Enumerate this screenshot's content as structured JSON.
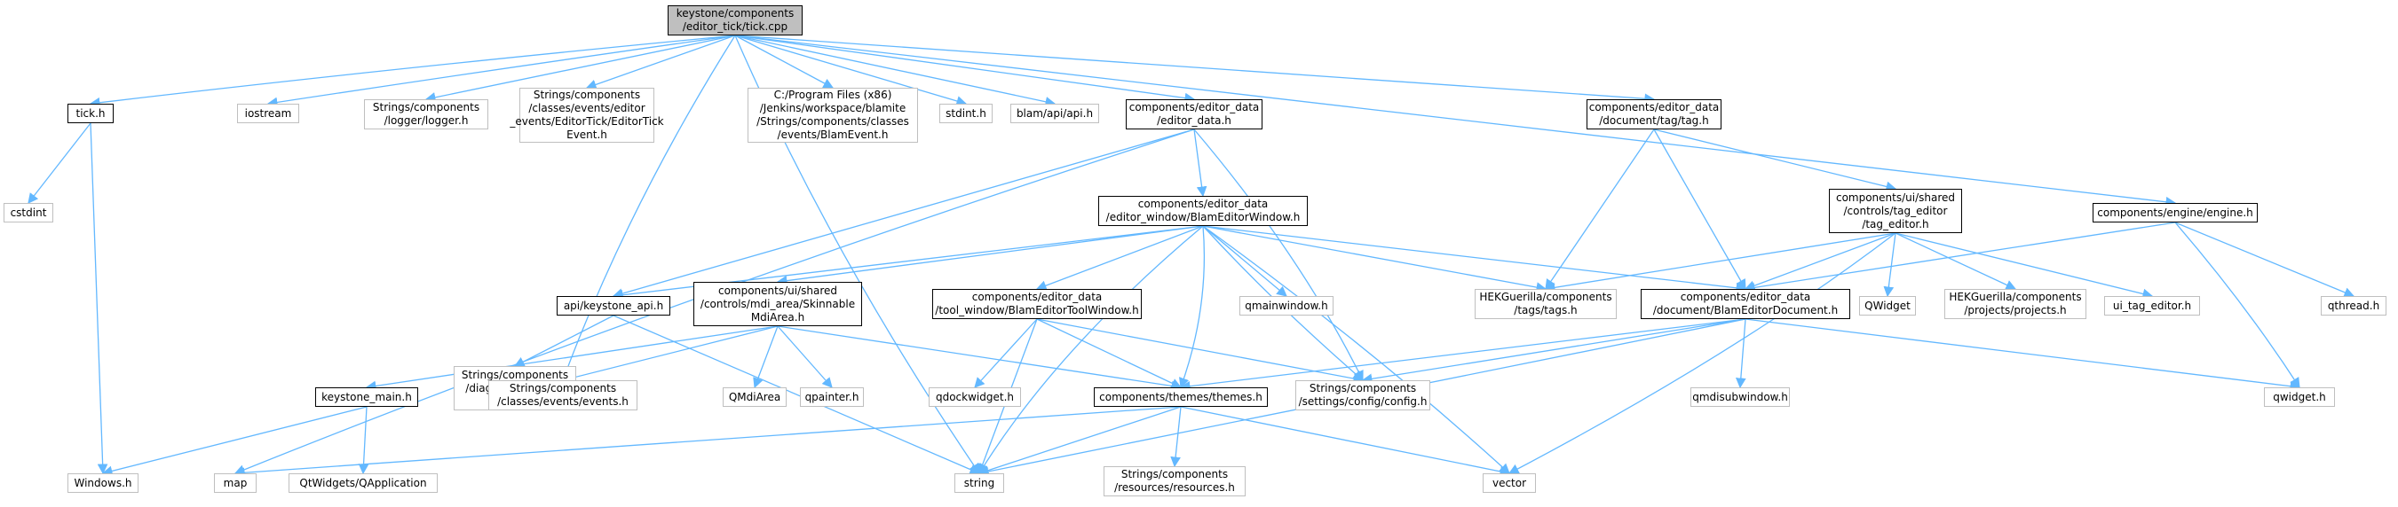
{
  "colors": {
    "edge": "#63b8ff",
    "documented_border": "#000000",
    "system_border": "#bfbfbf",
    "root_fill": "#bfbfbf"
  },
  "nodes": {
    "tick_cpp": "keystone/components\n/editor_tick/tick.cpp",
    "tick_h": "tick.h",
    "iostream": "iostream",
    "logger_h": "Strings/components\n/logger/logger.h",
    "editortick_event_h": "Strings/components\n/classes/events/editor\n_events/EditorTick/EditorTick\nEvent.h",
    "blamevent_h": "C:/Program Files (x86)\n/Jenkins/workspace/blamite\n/Strings/components/classes\n/events/BlamEvent.h",
    "stdint_h": "stdint.h",
    "api_h": "blam/api/api.h",
    "editor_data_h": "components/editor_data\n/editor_data.h",
    "tag_h": "components/editor_data\n/document/tag/tag.h",
    "engine_h": "components/engine/engine.h",
    "cstdint": "cstdint",
    "blameditorwindow_h": "components/editor_data\n/editor_window/BlamEditorWindow.h",
    "tag_editor_h": "components/ui/shared\n/controls/tag_editor\n/tag_editor.h",
    "keystone_api_h": "api/keystone_api.h",
    "skinnable_mdi_h": "components/ui/shared\n/controls/mdi_area/Skinnable\nMdiArea.h",
    "blameditortoolwindow_h": "components/editor_data\n/tool_window/BlamEditorToolWindow.h",
    "qmainwindow_h": "qmainwindow.h",
    "tags_h": "HEKGuerilla/components\n/tags/tags.h",
    "blameditordocument_h": "components/editor_data\n/document/BlamEditorDocument.h",
    "qwidget": "QWidget",
    "projects_h": "HEKGuerilla/components\n/projects/projects.h",
    "ui_tag_editor_h": "ui_tag_editor.h",
    "qthread_h": "qthread.h",
    "errors_h": "Strings/components\n/diagnostics/errors\n/errors.h",
    "keystone_main_h": "keystone_main.h",
    "events_h": "Strings/components\n/classes/events/events.h",
    "qmdiarea": "QMdiArea",
    "qpainter_h": "qpainter.h",
    "qdockwidget_h": "qdockwidget.h",
    "themes_h": "components/themes/themes.h",
    "config_h": "Strings/components\n/settings/config/config.h",
    "qmdisubwindow_h": "qmdisubwindow.h",
    "qwidget_h": "qwidget.h",
    "windows_h": "Windows.h",
    "map": "map",
    "qapplication": "QtWidgets/QApplication",
    "string": "string",
    "resources_h": "Strings/components\n/resources/resources.h",
    "vector": "vector"
  }
}
